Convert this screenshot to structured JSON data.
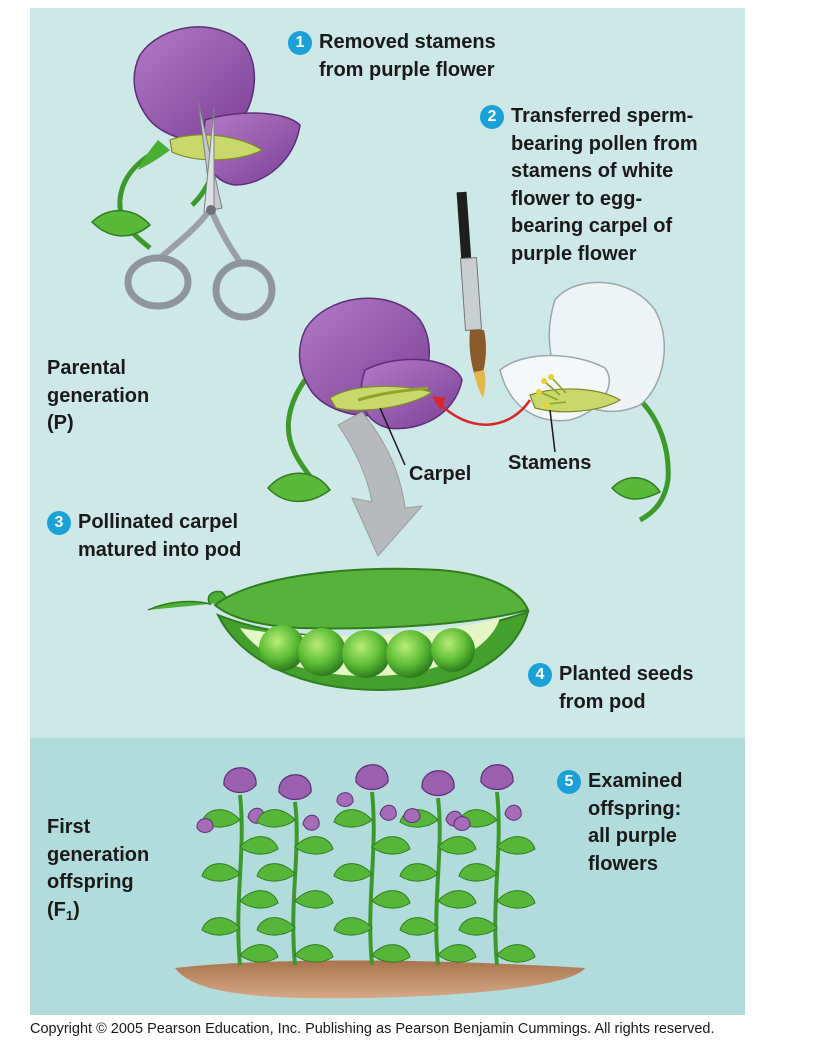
{
  "steps": [
    {
      "num": "1",
      "text": "Removed stamens\nfrom purple flower"
    },
    {
      "num": "2",
      "text": "Transferred sperm-\nbearing pollen from\nstamens of white\nflower to egg-\nbearing carpel of\npurple flower"
    },
    {
      "num": "3",
      "text": "Pollinated carpel\nmatured into pod"
    },
    {
      "num": "4",
      "text": "Planted seeds\nfrom pod"
    },
    {
      "num": "5",
      "text": "Examined\noffspring:\nall purple\nflowers"
    }
  ],
  "labels": {
    "carpel": "Carpel",
    "stamens": "Stamens"
  },
  "generations": {
    "parental_lines": [
      "Parental",
      "generation",
      "(P)"
    ],
    "first_lines": [
      "First",
      "generation",
      "offspring"
    ],
    "f1_prefix": "(F",
    "f1_sub": "1",
    "f1_suffix": ")"
  },
  "copyright": "Copyright ©  2005 Pearson Education, Inc. Publishing as Pearson Benjamin Cummings. All rights reserved.",
  "colors": {
    "panel_top": "#cde8e7",
    "panel_bottom": "#b2dcdc",
    "step_badge": "#1aa2d8",
    "purple_petal": "#9b5fb0",
    "white_petal": "#eef3f4",
    "leaf_green": "#4caf35",
    "pod_green": "#3e9a2c",
    "arrow_red": "#d9262c"
  }
}
